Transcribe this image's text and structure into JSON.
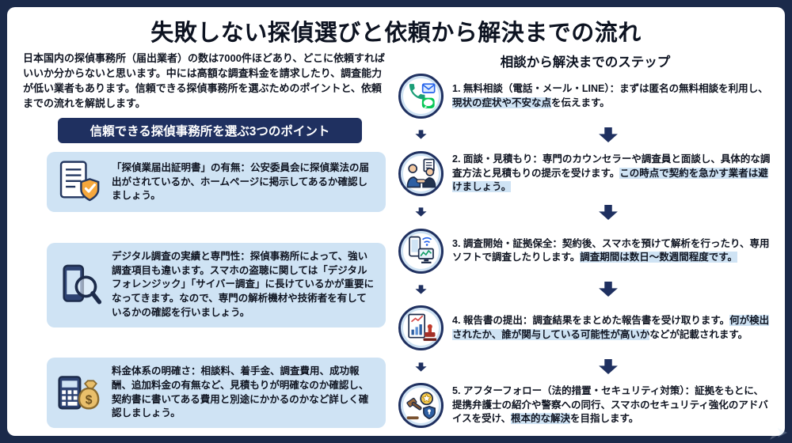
{
  "page": {
    "title": "失敗しない探偵選びと依頼から解決までの流れ",
    "intro": "日本国内の探偵事務所（届出業者）の数は7000件ほどあり、どこに依頼すればいいか分からないと思います。中には高額な調査料金を請求したり、調査能力が低い業者もあります。信頼できる探偵事務所を選ぶためのポイントと、依頼までの流れを解説します。",
    "points_banner": "信頼できる探偵事務所を選ぶ3つのポイント",
    "steps_header": "相談から解決までのステップ"
  },
  "colors": {
    "navy": "#1f3060",
    "frame_navy": "#1b2a4a",
    "light_blue": "#cfe3f4",
    "highlight": "#cfe3f4"
  },
  "points": [
    {
      "icon": "certificate-shield-icon",
      "lead": "「探偵業届出証明書」の有無：",
      "body": "公安委員会に探偵業法の届出がされているか、ホームページに掲示してあるか確認しましょう。"
    },
    {
      "icon": "smartphone-magnifier-icon",
      "lead": "デジタル調査の実績と専門性：",
      "body": "探偵事務所によって、強い調査項目も違います。スマホの盗聴に関しては「デジタルフォレンジック」「サイバー調査」に長けているかが重要になってきます。なので、専門の解析機材や技術者を有しているかの確認を行いましょう。"
    },
    {
      "icon": "calculator-moneybag-icon",
      "lead": "料金体系の明確さ：",
      "body": "相談料、着手金、調査費用、成功報酬、追加料金の有無など、見積もりが明確なのか確認し、契約書に書いてある費用と別途にかかるのかなど詳しく確認しましょう。"
    }
  ],
  "steps": [
    {
      "icon": "phone-mail-line-icon",
      "title": "1. 無料相談（電話・メール・LINE）：",
      "segments": [
        {
          "text": "まずは匿名の無料相談を利用し、",
          "highlight": false
        },
        {
          "text": "現状の症状や不安な点",
          "highlight": true
        },
        {
          "text": "を伝えます。",
          "highlight": false
        }
      ]
    },
    {
      "icon": "meeting-handshake-icon",
      "title": "2. 面談・見積もり：",
      "segments": [
        {
          "text": "専門のカウンセラーや調査員と面談し、具体的な調査方法と見積もりの提示を受けます。",
          "highlight": false
        },
        {
          "text": "この時点で契約を急かす業者は避けましょう。",
          "highlight": true
        }
      ]
    },
    {
      "icon": "phone-analysis-icon",
      "title": "3. 調査開始・証拠保全：",
      "segments": [
        {
          "text": "契約後、スマホを預けて解析を行ったり、専用ソフトで調査したりします。",
          "highlight": false
        },
        {
          "text": "調査期間は数日〜数週間程度です。",
          "highlight": true
        }
      ]
    },
    {
      "icon": "report-stamp-icon",
      "title": "4. 報告書の提出：",
      "segments": [
        {
          "text": "調査結果をまとめた報告書を受け取ります。",
          "highlight": false
        },
        {
          "text": "何が検出されたか、誰が関与している可能性が高いか",
          "highlight": true
        },
        {
          "text": "などが記載されます。",
          "highlight": false
        }
      ]
    },
    {
      "icon": "gavel-badge-shield-icon",
      "title": "5. アフターフォロー（法的措置・セキュリティ対策）：",
      "segments": [
        {
          "text": "証拠をもとに、提携弁護士の紹介や警察への同行、スマホのセキュリティ強化のアドバイスを受け、",
          "highlight": false
        },
        {
          "text": "根本的な解決",
          "highlight": true
        },
        {
          "text": "を目指します。",
          "highlight": false
        }
      ]
    }
  ]
}
